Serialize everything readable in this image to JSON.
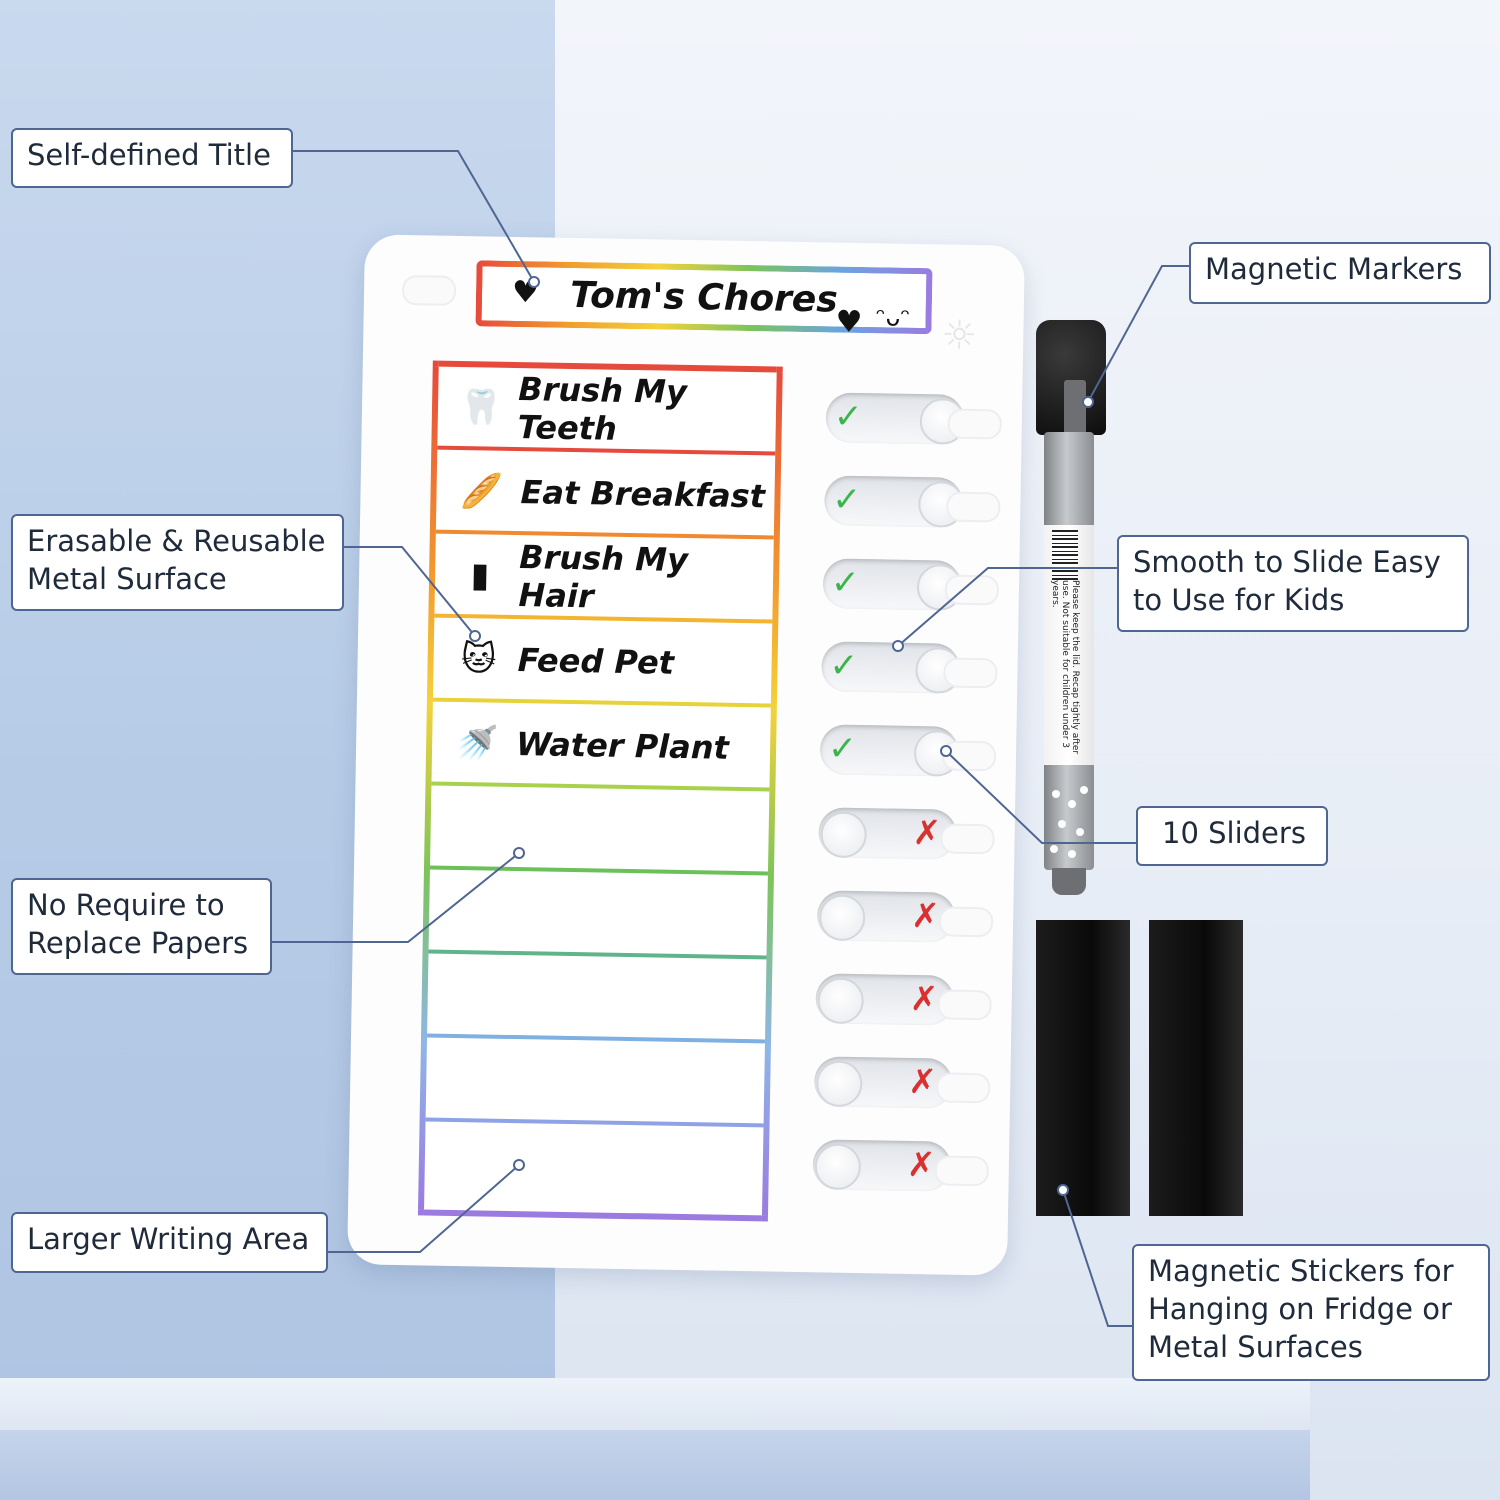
{
  "board": {
    "title": "Tom's Chores",
    "title_icons": [
      "heart-icon",
      "heart-icon",
      "smile-icon"
    ],
    "rows": [
      {
        "label": "Brush My Teeth",
        "icon": "tooth-icon",
        "glyph": "🦷",
        "color": "#e64a3c"
      },
      {
        "label": "Eat Breakfast",
        "icon": "bread-icon",
        "glyph": "🥖",
        "color": "#f08a30"
      },
      {
        "label": "Brush My Hair",
        "icon": "comb-icon",
        "glyph": "▮",
        "color": "#f3b52f"
      },
      {
        "label": "Feed Pet",
        "icon": "pet-icon",
        "glyph": "🐱",
        "color": "#e8d23a"
      },
      {
        "label": "Water Plant",
        "icon": "watering-can-icon",
        "glyph": "🚿",
        "color": "#a9d24c"
      },
      {
        "label": "",
        "icon": "",
        "glyph": "",
        "color": "#6cc05a"
      },
      {
        "label": "",
        "icon": "",
        "glyph": "",
        "color": "#5fb48c"
      },
      {
        "label": "",
        "icon": "",
        "glyph": "",
        "color": "#7fb0e2"
      },
      {
        "label": "",
        "icon": "",
        "glyph": "",
        "color": "#8fa2e6"
      },
      {
        "label": "",
        "icon": "",
        "glyph": "",
        "color": "#9b7be0"
      }
    ],
    "sliders": [
      {
        "state": "done",
        "mark": "✓"
      },
      {
        "state": "done",
        "mark": "✓"
      },
      {
        "state": "done",
        "mark": "✓"
      },
      {
        "state": "done",
        "mark": "✓"
      },
      {
        "state": "done",
        "mark": "✓"
      },
      {
        "state": "not-done",
        "mark": "✗"
      },
      {
        "state": "not-done",
        "mark": "✗"
      },
      {
        "state": "not-done",
        "mark": "✗"
      },
      {
        "state": "not-done",
        "mark": "✗"
      },
      {
        "state": "not-done",
        "mark": "✗"
      }
    ]
  },
  "callouts": {
    "self_defined_title": "Self-defined Title",
    "erasable_surface": "Erasable & Reusable\nMetal Surface",
    "no_replace_papers": "No Require to\nReplace Papers",
    "larger_writing_area": "Larger Writing Area",
    "magnetic_markers": "Magnetic Markers",
    "smooth_slide": "Smooth to Slide Easy\nto Use for Kids",
    "ten_sliders": "10 Sliders",
    "magnetic_stickers": "Magnetic Stickers for\nHanging on Fridge or\nMetal Surfaces"
  },
  "marker_label": "Please keep the lid. Recap tightly after use. Not suitable for children under 3 years.",
  "colors": {
    "callout_border": "#4f6692",
    "check": "#3bb54a",
    "cross": "#d93030"
  }
}
